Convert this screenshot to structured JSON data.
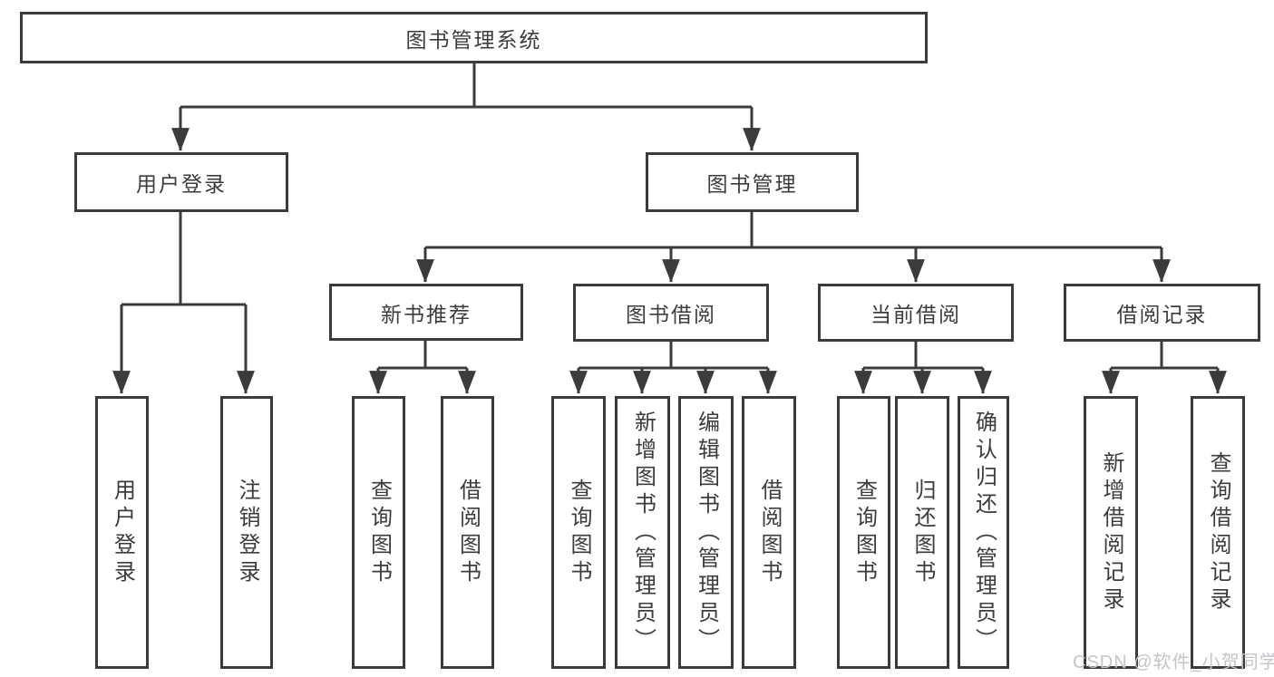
{
  "tree": {
    "root": {
      "label": "图书管理系统",
      "children": [
        {
          "label": "用户登录",
          "children": [
            {
              "label": "用户登录"
            },
            {
              "label": "注销登录"
            }
          ]
        },
        {
          "label": "图书管理",
          "children": [
            {
              "label": "新书推荐",
              "children": [
                {
                  "label": "查询图书"
                },
                {
                  "label": "借阅图书"
                }
              ]
            },
            {
              "label": "图书借阅",
              "children": [
                {
                  "label": "查询图书"
                },
                {
                  "label": "新增图书（管理员）"
                },
                {
                  "label": "编辑图书（管理员）"
                },
                {
                  "label": "借阅图书"
                }
              ]
            },
            {
              "label": "当前借阅",
              "children": [
                {
                  "label": "查询图书"
                },
                {
                  "label": "归还图书"
                },
                {
                  "label": "确认归还（管理员）"
                }
              ]
            },
            {
              "label": "借阅记录",
              "children": [
                {
                  "label": "新增借阅记录"
                },
                {
                  "label": "查询借阅记录"
                }
              ]
            }
          ]
        }
      ]
    }
  },
  "watermark": {
    "text": "CSDN @软件_小贺同学"
  },
  "colors": {
    "line": "#3b3b3b",
    "text": "#3c3c3e",
    "watermark": "#c2c5c9",
    "background": "#ffffff"
  }
}
